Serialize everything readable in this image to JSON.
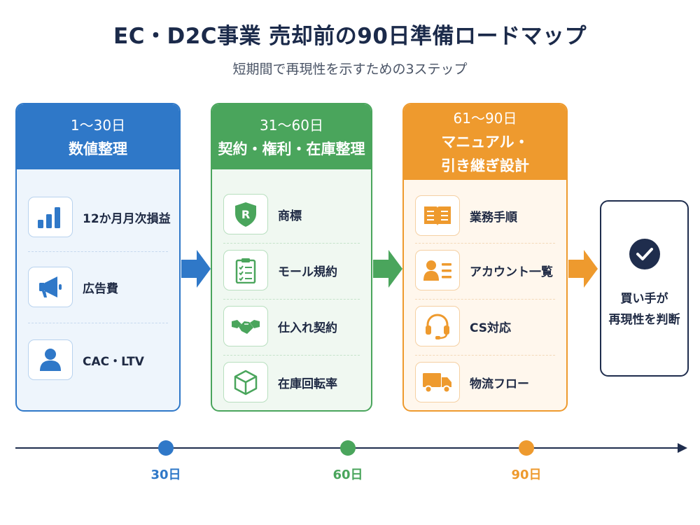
{
  "title": "EC・D2C事業 売却前の90日準備ロードマップ",
  "subtitle": "短期間で再現性を示すための3ステップ",
  "phases": [
    {
      "range": "1〜30日",
      "title_lines": [
        "数値整理"
      ],
      "color": "#2f78c8",
      "items": [
        {
          "label": "12か月月次損益",
          "icon": "bar-chart-icon"
        },
        {
          "label": "広告費",
          "icon": "megaphone-icon"
        },
        {
          "label": "CAC・LTV",
          "icon": "person-icon"
        }
      ]
    },
    {
      "range": "31〜60日",
      "title_lines": [
        "契約・権利・在庫整理"
      ],
      "color": "#4aa55c",
      "items": [
        {
          "label": "商標",
          "icon": "trademark-shield-icon"
        },
        {
          "label": "モール規約",
          "icon": "checklist-clipboard-icon"
        },
        {
          "label": "仕入れ契約",
          "icon": "handshake-icon"
        },
        {
          "label": "在庫回転率",
          "icon": "box-icon"
        }
      ]
    },
    {
      "range": "61〜90日",
      "title_lines": [
        "マニュアル・",
        "引き継ぎ設計"
      ],
      "color": "#ee9a2e",
      "items": [
        {
          "label": "業務手順",
          "icon": "open-book-icon"
        },
        {
          "label": "アカウント一覧",
          "icon": "id-card-icon"
        },
        {
          "label": "CS対応",
          "icon": "headset-icon"
        },
        {
          "label": "物流フロー",
          "icon": "truck-icon"
        }
      ]
    }
  ],
  "final": {
    "lines": [
      "買い手が",
      "再現性を判断"
    ],
    "icon": "check-circle-icon"
  },
  "timeline": {
    "markers": [
      {
        "label": "30日",
        "color": "#2f78c8"
      },
      {
        "label": "60日",
        "color": "#4aa55c"
      },
      {
        "label": "90日",
        "color": "#ee9a2e"
      }
    ]
  }
}
